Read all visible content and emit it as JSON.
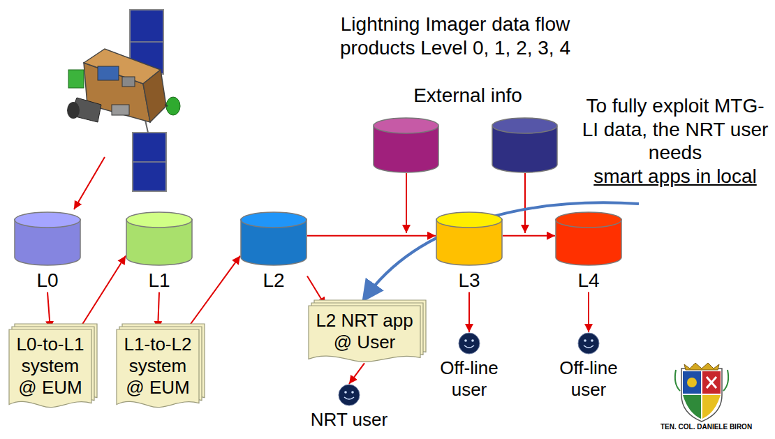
{
  "diagram": {
    "title": "Lightning Imager data flow products Level 0, 1, 2, 3, 4",
    "nodes": [
      {
        "text": [
          "L0"
        ]
      },
      {
        "text": [
          "L1"
        ]
      },
      {
        "text": [
          "L2"
        ]
      },
      {
        "text": [
          "L3"
        ]
      },
      {
        "text": [
          "L4"
        ]
      },
      {
        "text": [
          "L0-to-L1 system @ EUM"
        ]
      },
      {
        "text": [
          "L1-to-L2 system @ EUM"
        ]
      },
      {
        "text": [
          "L2 NRT app @ User"
        ]
      },
      {
        "text": [
          "NRT user"
        ]
      },
      {
        "text": [
          "Off-line user"
        ]
      },
      {
        "text": [
          "Off-line user"
        ]
      }
    ],
    "edges": [
      {
        "from": 0,
        "to": 5,
        "arrow": "to"
      },
      {
        "from": 5,
        "to": 1,
        "arrow": "to"
      },
      {
        "from": 1,
        "to": 6,
        "arrow": "to"
      },
      {
        "from": 6,
        "to": 2,
        "arrow": "to"
      },
      {
        "from": 2,
        "to": 7,
        "arrow": "to"
      },
      {
        "from": 2,
        "to": 3,
        "arrow": "to"
      },
      {
        "from": 3,
        "to": 4,
        "arrow": "to"
      },
      {
        "from": 7,
        "to": 8,
        "arrow": "to"
      },
      {
        "from": 3,
        "to": 9,
        "arrow": "to"
      },
      {
        "from": 4,
        "to": 10,
        "arrow": "to"
      }
    ],
    "labels": [
      "External info",
      "To fully exploit MTG-LI data, the NRT user needs",
      "smart apps in local",
      "TEN. COL. DANIELE BIRON"
    ]
  }
}
